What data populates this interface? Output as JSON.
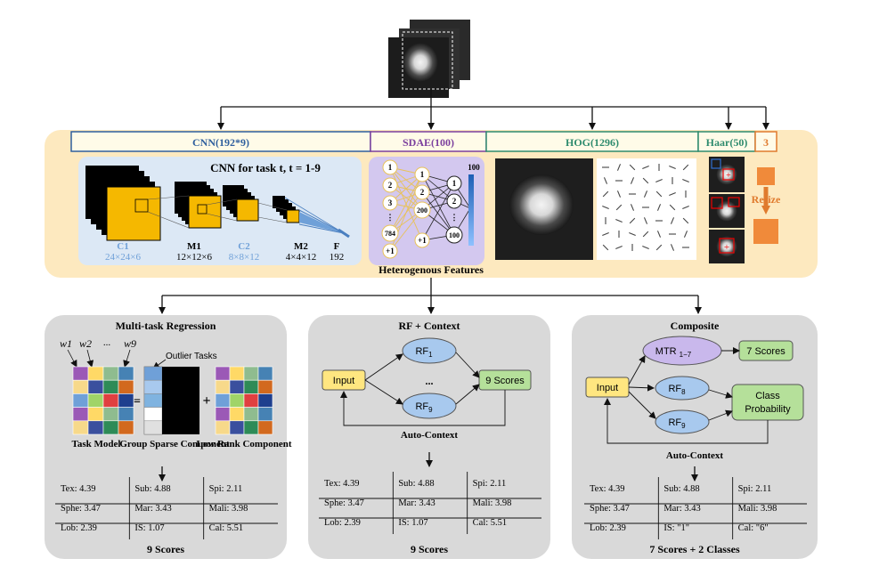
{
  "top_feature_bar": {
    "segments": [
      {
        "label": "CNN(192*9)",
        "color": "#2f5f9e"
      },
      {
        "label": "SDAE(100)",
        "color": "#7b3f9e"
      },
      {
        "label": "HOG(1296)",
        "color": "#2e8b6e"
      },
      {
        "label": "Haar(50)",
        "color": "#2e8b6e"
      },
      {
        "label": "3",
        "color": "#e07b2e"
      }
    ]
  },
  "cnn": {
    "title": "CNN for task t, t = 1-9",
    "layers": [
      {
        "name": "C1",
        "size": "24×24×6"
      },
      {
        "name": "M1",
        "size": "12×12×6"
      },
      {
        "name": "C2",
        "size": "8×8×12"
      },
      {
        "name": "M2",
        "size": "4×4×12"
      },
      {
        "name": "F",
        "size": "192"
      }
    ]
  },
  "sdae": {
    "input_nodes": [
      "1",
      "2",
      "3",
      "⋮",
      "784",
      "+1"
    ],
    "hidden_nodes": [
      "1",
      "2",
      "200",
      "+1"
    ],
    "output_nodes": [
      "1",
      "2",
      "⋮",
      "100"
    ],
    "top_label": "100"
  },
  "haar": {
    "resize_label": "Resize"
  },
  "heterogenous_label": "Heterogenous Features",
  "panels": {
    "mtr": {
      "title": "Multi-task Regression",
      "w_labels": [
        "w1",
        "w2",
        "...",
        "w9"
      ],
      "outlier_label": "Outlier Tasks",
      "components": [
        "Task Model",
        "Group Sparse Component",
        "Low Rank Component"
      ],
      "equals": "=",
      "plus": "+",
      "scores_table": [
        [
          "Tex:  4.39",
          "Sub:  4.88",
          "Spi:  2.11"
        ],
        [
          "Sphe:  3.47",
          "Mar:  3.43",
          "Mali:  3.98"
        ],
        [
          "Lob:  2.39",
          "IS:  1.07",
          "Cal:  5.51"
        ]
      ],
      "footer": "9 Scores"
    },
    "rf": {
      "title": "RF + Context",
      "input": "Input",
      "rf_top": "RF",
      "rf_top_sub": "1",
      "dots": "...",
      "rf_bottom": "RF",
      "rf_bottom_sub": "9",
      "output": "9 Scores",
      "auto_context": "Auto-Context",
      "scores_table": [
        [
          "Tex:  4.39",
          "Sub:  4.88",
          "Spi:  2.11"
        ],
        [
          "Sphe:  3.47",
          "Mar:  3.43",
          "Mali:  3.98"
        ],
        [
          "Lob:  2.39",
          "IS:  1.07",
          "Cal:  5.51"
        ]
      ],
      "footer": "9 Scores"
    },
    "composite": {
      "title": "Composite",
      "input": "Input",
      "mtr": "MTR",
      "mtr_sub": "1−7",
      "rf8": "RF",
      "rf8_sub": "8",
      "rf9": "RF",
      "rf9_sub": "9",
      "scores_out": "7 Scores",
      "class_prob": [
        "Class",
        "Probability"
      ],
      "auto_context": "Auto-Context",
      "scores_table": [
        [
          "Tex:  4.39",
          "Sub:  4.88",
          "Spi:  2.11"
        ],
        [
          "Sphe:  3.47",
          "Mar:  3.43",
          "Mali:  3.98"
        ],
        [
          "Lob:  2.39",
          "IS:  \"1\"",
          "Cal:  \"6\""
        ]
      ],
      "footer": "7 Scores + 2 Classes"
    }
  }
}
